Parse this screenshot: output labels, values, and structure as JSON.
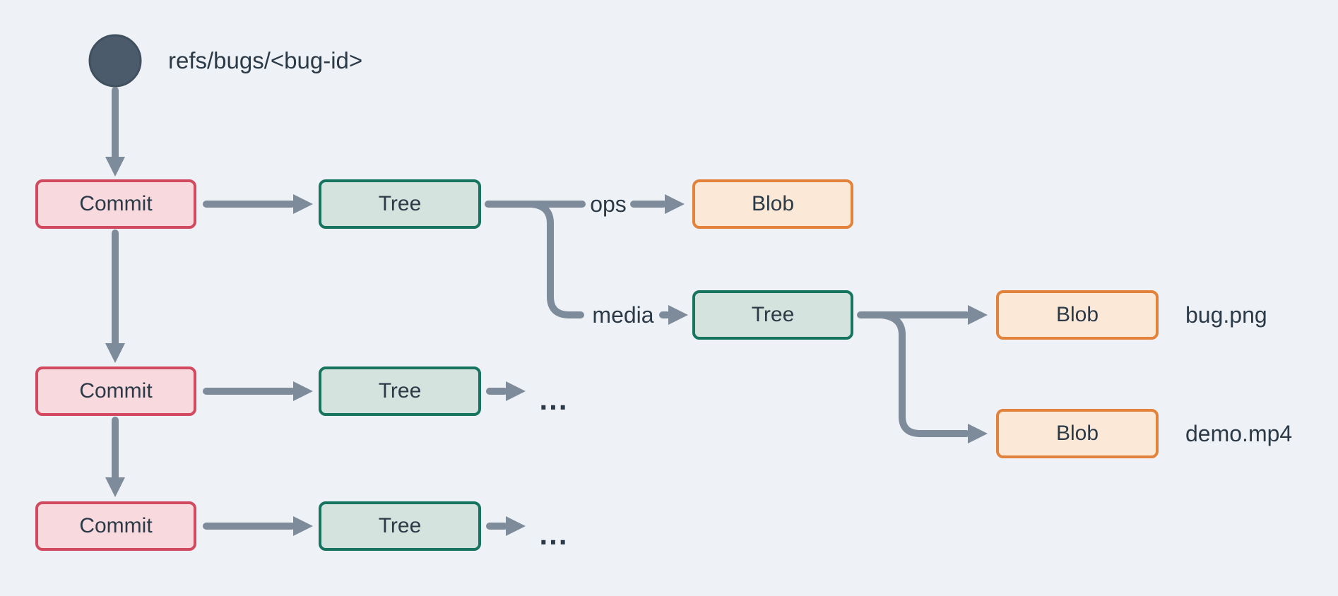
{
  "colors": {
    "background": "#eef2f6",
    "arrow": "#7d8b9a",
    "text": "#2c3a47",
    "ref_circle": "#4c5b6b",
    "ref_circle_border": "#41505f",
    "commit_border": "#d14a5f",
    "commit_fill": "#f8d9de",
    "tree_border": "#17745f",
    "tree_fill": "#d4e3dd",
    "blob_border": "#e2823b",
    "blob_fill": "#fbe8d6"
  },
  "ref_label": "refs/bugs/<bug-id>",
  "nodes": {
    "commit1": "Commit",
    "commit2": "Commit",
    "commit3": "Commit",
    "tree1": "Tree",
    "tree2": "Tree",
    "tree3": "Tree",
    "tree4": "Tree",
    "blob_ops": "Blob",
    "blob_bug": "Blob",
    "blob_demo": "Blob"
  },
  "edge_labels": {
    "ops": "ops",
    "media": "media"
  },
  "file_labels": {
    "bug_png": "bug.png",
    "demo_mp4": "demo.mp4"
  },
  "ellipsis_row2": "...",
  "ellipsis_row3": "..."
}
